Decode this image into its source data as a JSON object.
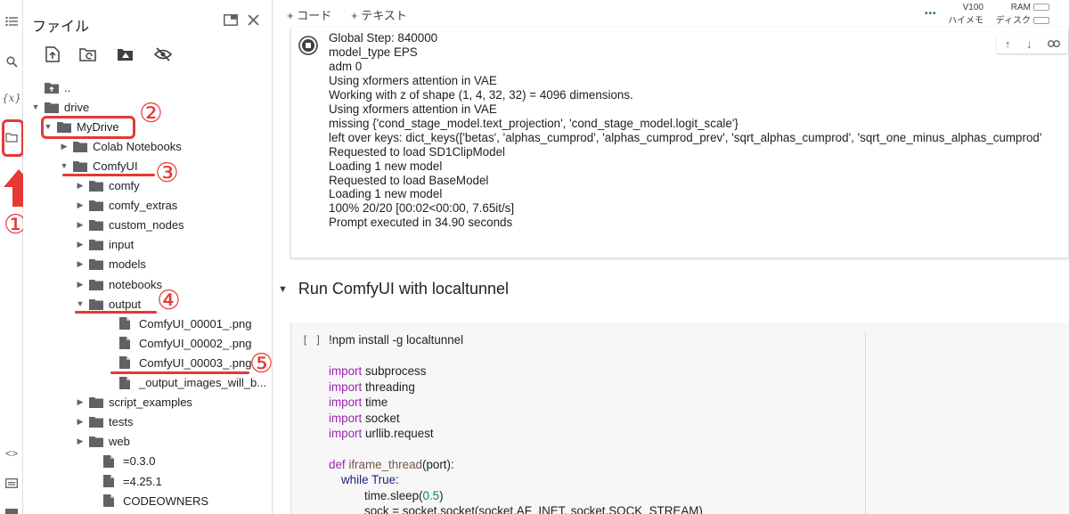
{
  "panel": {
    "title": "ファイル",
    "tree": [
      {
        "label": "..",
        "type": "up",
        "depth": 0
      },
      {
        "label": "drive",
        "type": "folder",
        "depth": 0,
        "open": true
      },
      {
        "label": "MyDrive",
        "type": "folder",
        "depth": 1,
        "open": true
      },
      {
        "label": "Colab Notebooks",
        "type": "folder",
        "depth": 2,
        "open": false
      },
      {
        "label": "ComfyUI",
        "type": "folder",
        "depth": 2,
        "open": true
      },
      {
        "label": "comfy",
        "type": "folder",
        "depth": 3,
        "open": false
      },
      {
        "label": "comfy_extras",
        "type": "folder",
        "depth": 3,
        "open": false
      },
      {
        "label": "custom_nodes",
        "type": "folder",
        "depth": 3,
        "open": false
      },
      {
        "label": "input",
        "type": "folder",
        "depth": 3,
        "open": false
      },
      {
        "label": "models",
        "type": "folder",
        "depth": 3,
        "open": false
      },
      {
        "label": "notebooks",
        "type": "folder",
        "depth": 3,
        "open": false
      },
      {
        "label": "output",
        "type": "folder",
        "depth": 3,
        "open": true
      },
      {
        "label": "ComfyUI_00001_.png",
        "type": "file",
        "depth": 4
      },
      {
        "label": "ComfyUI_00002_.png",
        "type": "file",
        "depth": 4
      },
      {
        "label": "ComfyUI_00003_.png",
        "type": "file",
        "depth": 4
      },
      {
        "label": "_output_images_will_b...",
        "type": "file",
        "depth": 4
      },
      {
        "label": "script_examples",
        "type": "folder",
        "depth": 3,
        "open": false
      },
      {
        "label": "tests",
        "type": "folder",
        "depth": 3,
        "open": false
      },
      {
        "label": "web",
        "type": "folder",
        "depth": 3,
        "open": false
      },
      {
        "label": "=0.3.0",
        "type": "file",
        "depth": 3
      },
      {
        "label": "=4.25.1",
        "type": "file",
        "depth": 3
      },
      {
        "label": "CODEOWNERS",
        "type": "file",
        "depth": 3
      }
    ]
  },
  "annotations": [
    "①",
    "②",
    "③",
    "④",
    "⑤"
  ],
  "topbar": {
    "add_code": "+ コード",
    "add_text": "+ テキスト",
    "runtime": "V100",
    "runtime_sub": "ハイメモリ",
    "ram_label": "RAM",
    "disk_label": "ディスク"
  },
  "output_lines": [
    "Global Step: 840000",
    "model_type EPS",
    "adm 0",
    "Using xformers attention in VAE",
    "Working with z of shape (1, 4, 32, 32) = 4096 dimensions.",
    "Using xformers attention in VAE",
    "missing {'cond_stage_model.text_projection', 'cond_stage_model.logit_scale'}",
    "left over keys: dict_keys(['betas', 'alphas_cumprod', 'alphas_cumprod_prev', 'sqrt_alphas_cumprod', 'sqrt_one_minus_alphas_cumprod'",
    "Requested to load SD1ClipModel",
    "Loading 1 new model",
    "Requested to load BaseModel",
    "Loading 1 new model",
    "100% 20/20 [00:02<00:00,  7.65it/s]",
    "Prompt executed in 34.90 seconds"
  ],
  "section_title": "Run ComfyUI with localtunnel",
  "code": {
    "brackets": "[ ]",
    "line1": "!npm install -g localtunnel",
    "imports": [
      {
        "kw": "import",
        "mod": "subprocess"
      },
      {
        "kw": "import",
        "mod": "threading"
      },
      {
        "kw": "import",
        "mod": "time"
      },
      {
        "kw": "import",
        "mod": "socket"
      },
      {
        "kw": "import",
        "mod": "urllib.request"
      }
    ],
    "def_kw": "def",
    "def_name": "iframe_thread",
    "def_args": "(port):",
    "while_kw": "while",
    "while_val": "True",
    "while_colon": ":",
    "sleep": "time.sleep(",
    "sleep_num": "0.5",
    "sleep_close": ")",
    "sock_line": "sock = socket.socket(socket.AF_INET, socket.SOCK_STREAM)"
  }
}
